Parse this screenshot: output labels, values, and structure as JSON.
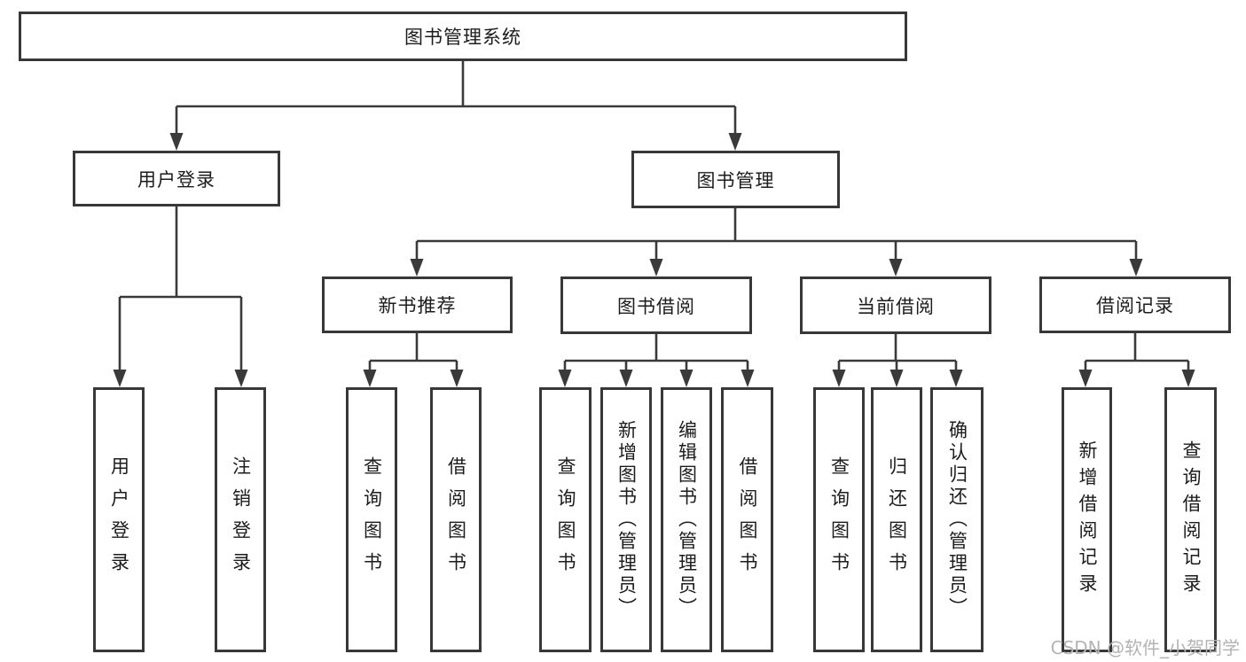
{
  "diagram": {
    "title": "图书管理系统",
    "level2": [
      "用户登录",
      "图书管理"
    ],
    "level3": [
      "新书推荐",
      "图书借阅",
      "当前借阅",
      "借阅记录"
    ],
    "leaves": {
      "user_login": [
        "用户登录",
        "注销登录"
      ],
      "new_book_recommend": [
        "查询图书",
        "借阅图书"
      ],
      "book_borrow": [
        "查询图书",
        "新增图书（管理员）",
        "编辑图书（管理员）",
        "借阅图书"
      ],
      "current_borrow": [
        "查询图书",
        "归还图书",
        "确认归还（管理员）"
      ],
      "borrow_records": [
        "新增借阅记录",
        "查询借阅记录"
      ]
    }
  },
  "watermark": {
    "text": "CSDN @软件_小贺同学"
  },
  "colors": {
    "line": "#3a3a3a",
    "box_border": "#383838",
    "text": "#1c1c1c",
    "watermark": "#b3b3b3",
    "background": "#ffffff"
  }
}
